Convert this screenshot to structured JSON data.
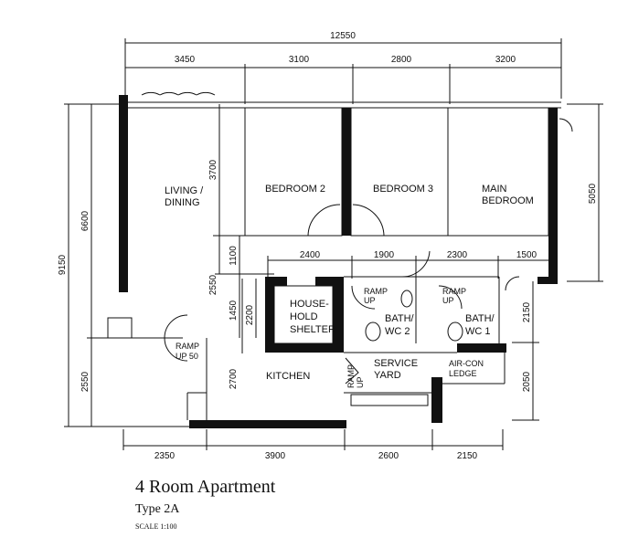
{
  "plan": {
    "title": "4 Room Apartment",
    "type": "Type 2A",
    "scale": "SCALE 1:100"
  },
  "dimensions": {
    "top_total": "12550",
    "top": [
      "3450",
      "3100",
      "2800",
      "3200"
    ],
    "middle": [
      "2400",
      "1900",
      "2300",
      "1500"
    ],
    "bottom": [
      "2350",
      "3900",
      "2600",
      "2150"
    ],
    "left_total": "9150",
    "left": [
      "6600",
      "2550"
    ],
    "inner_left": [
      "3700",
      "1100",
      "2550",
      "1450",
      "2200",
      "2700"
    ],
    "right": [
      "5050",
      "2150",
      "2050"
    ]
  },
  "rooms": {
    "living_1": "LIVING /",
    "living_2": "DINING",
    "bedroom2": "BEDROOM 2",
    "bedroom3": "BEDROOM 3",
    "main_1": "MAIN",
    "main_2": "BEDROOM",
    "shelter_1": "HOUSE-",
    "shelter_2": "HOLD",
    "shelter_3": "SHELTER",
    "bath2_1": "BATH/",
    "bath2_2": "WC 2",
    "bath1_1": "BATH/",
    "bath1_2": "WC 1",
    "kitchen": "KITCHEN",
    "yard_1": "SERVICE",
    "yard_2": "YARD",
    "aircon_1": "AIR-CON",
    "aircon_2": "LEDGE",
    "ramp": "RAMP",
    "up": "UP",
    "up50": "UP 50"
  }
}
